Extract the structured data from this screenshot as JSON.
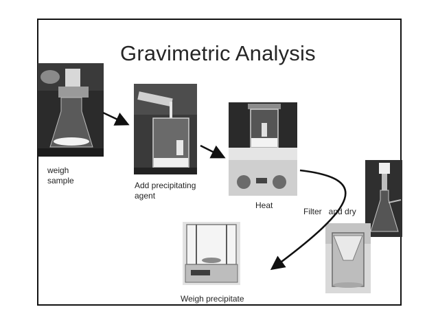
{
  "slide": {
    "title": "Gravimetric Analysis"
  },
  "steps": [
    {
      "label_line1": "weigh",
      "label_line2": "sample"
    },
    {
      "label_line1": "Add precipitating",
      "label_line2": "agent"
    },
    {
      "label": "Heat"
    },
    {
      "label": "Filter   and dry"
    },
    {
      "label": "Weigh precipitate"
    }
  ],
  "colors": {
    "border": "#111111",
    "title": "#262626",
    "arrow": "#111111"
  }
}
